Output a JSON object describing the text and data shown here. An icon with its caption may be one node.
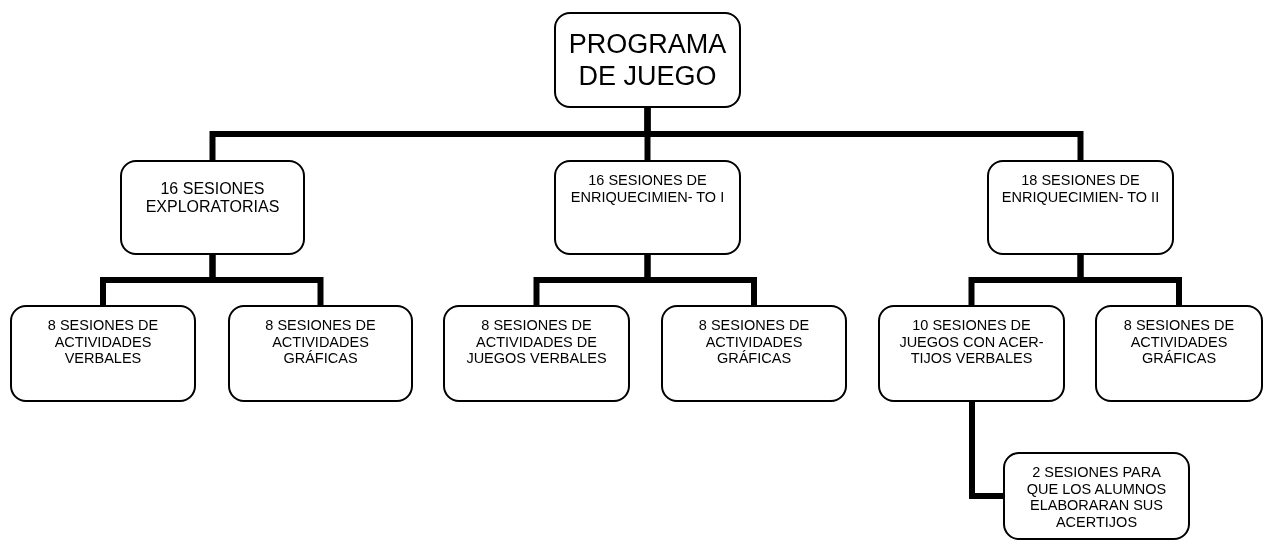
{
  "diagram": {
    "nodes": [
      {
        "text": [
          "PROGRAMA DE JUEGO"
        ]
      },
      {
        "text": [
          "16 SESIONES EXPLORATORIAS"
        ]
      },
      {
        "text": [
          "16 SESIONES DE ENRIQUECIMIEN- TO I"
        ]
      },
      {
        "text": [
          "18 SESIONES DE ENRIQUECIMIEN- TO II"
        ]
      },
      {
        "text": [
          "8 SESIONES DE ACTIVIDADES VERBALES"
        ]
      },
      {
        "text": [
          "8 SESIONES DE ACTIVIDADES GRÁFICAS"
        ]
      },
      {
        "text": [
          "8 SESIONES DE ACTIVIDADES DE JUEGOS VERBALES"
        ]
      },
      {
        "text": [
          "8 SESIONES DE ACTIVIDADES GRÁFICAS"
        ]
      },
      {
        "text": [
          "10 SESIONES DE JUEGOS CON ACER- TIJOS VERBALES"
        ]
      },
      {
        "text": [
          "8 SESIONES DE ACTIVIDADES GRÁFICAS"
        ]
      },
      {
        "text": [
          "2 SESIONES PARA QUE LOS ALUMNOS ELABORARAN SUS ACERTIJOS"
        ]
      }
    ],
    "edges": [
      {
        "from": 0,
        "to": 1,
        "arrow": "none"
      },
      {
        "from": 0,
        "to": 2,
        "arrow": "none"
      },
      {
        "from": 0,
        "to": 3,
        "arrow": "none"
      },
      {
        "from": 1,
        "to": 4,
        "arrow": "none"
      },
      {
        "from": 1,
        "to": 5,
        "arrow": "none"
      },
      {
        "from": 2,
        "to": 6,
        "arrow": "none"
      },
      {
        "from": 2,
        "to": 7,
        "arrow": "none"
      },
      {
        "from": 3,
        "to": 8,
        "arrow": "none"
      },
      {
        "from": 3,
        "to": 9,
        "arrow": "none"
      },
      {
        "from": 8,
        "to": 10,
        "arrow": "none"
      }
    ]
  }
}
